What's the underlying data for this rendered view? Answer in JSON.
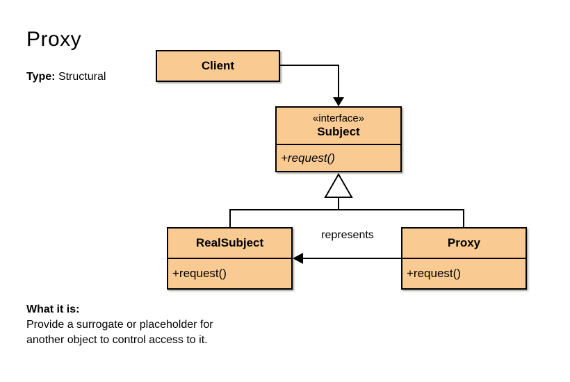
{
  "page": {
    "title": "Proxy",
    "type_label": "Type:",
    "type_value": "Structural",
    "what_label": "What it is:",
    "description_line1": "Provide a surrogate or placeholder for",
    "description_line2": "another object to control access to it."
  },
  "diagram": {
    "classes": {
      "client": {
        "name": "Client"
      },
      "subject": {
        "stereotype": "«interface»",
        "name": "Subject",
        "method": "+request()"
      },
      "realsubject": {
        "name": "RealSubject",
        "method": "+request()"
      },
      "proxy": {
        "name": "Proxy",
        "method": "+request()"
      }
    },
    "relations": {
      "represents_label": "represents",
      "client_to_subject": "association-arrow",
      "realsubject_proxy_to_subject": "inheritance-hollow-triangle",
      "proxy_to_realsubject": "represents-arrow"
    },
    "colors": {
      "class_fill": "#F9CB93",
      "line": "#000000",
      "background": "#FFFFFF"
    }
  }
}
